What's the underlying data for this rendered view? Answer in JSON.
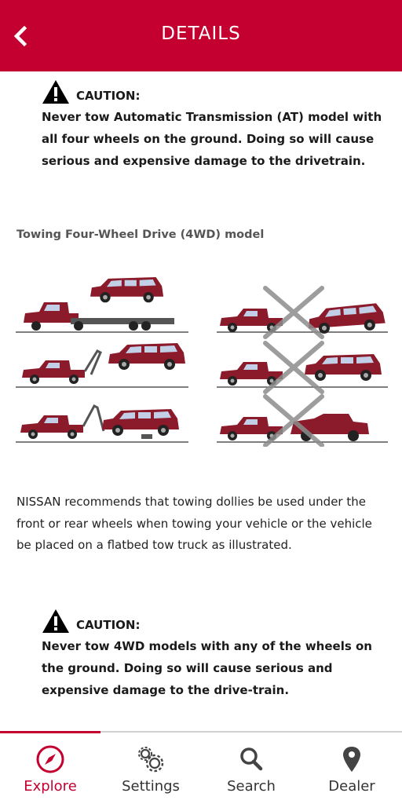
{
  "header": {
    "title": "DETAILS",
    "back_icon": "chevron-left-icon"
  },
  "caution_1": {
    "label": "CAUTION:",
    "text": "Never tow Automatic Transmission (AT) model with all four wheels on the ground. Doing so will cause serious and expensive damage to the drivetrain."
  },
  "section_title": "Towing Four-Wheel Drive (4WD) model",
  "body_text": "NISSAN recommends that towing dollies be used under the front or rear wheels when towing your vehicle or the vehicle be placed on a flatbed tow truck as illustrated.",
  "caution_2": {
    "label": "CAUTION:",
    "text": "Never tow 4WD models with any of the wheels on the ground. Doing so will cause serious and expensive damage to the drive-train."
  },
  "tabs": [
    {
      "label": "Explore",
      "icon": "compass-icon",
      "active": true
    },
    {
      "label": "Settings",
      "icon": "gears-icon",
      "active": false
    },
    {
      "label": "Search",
      "icon": "search-icon",
      "active": false
    },
    {
      "label": "Dealer",
      "icon": "location-pin-icon",
      "active": false
    }
  ],
  "colors": {
    "brand": "#c3002f",
    "vehicle": "#8b1a2b",
    "x_mark": "#8c8c8c"
  }
}
